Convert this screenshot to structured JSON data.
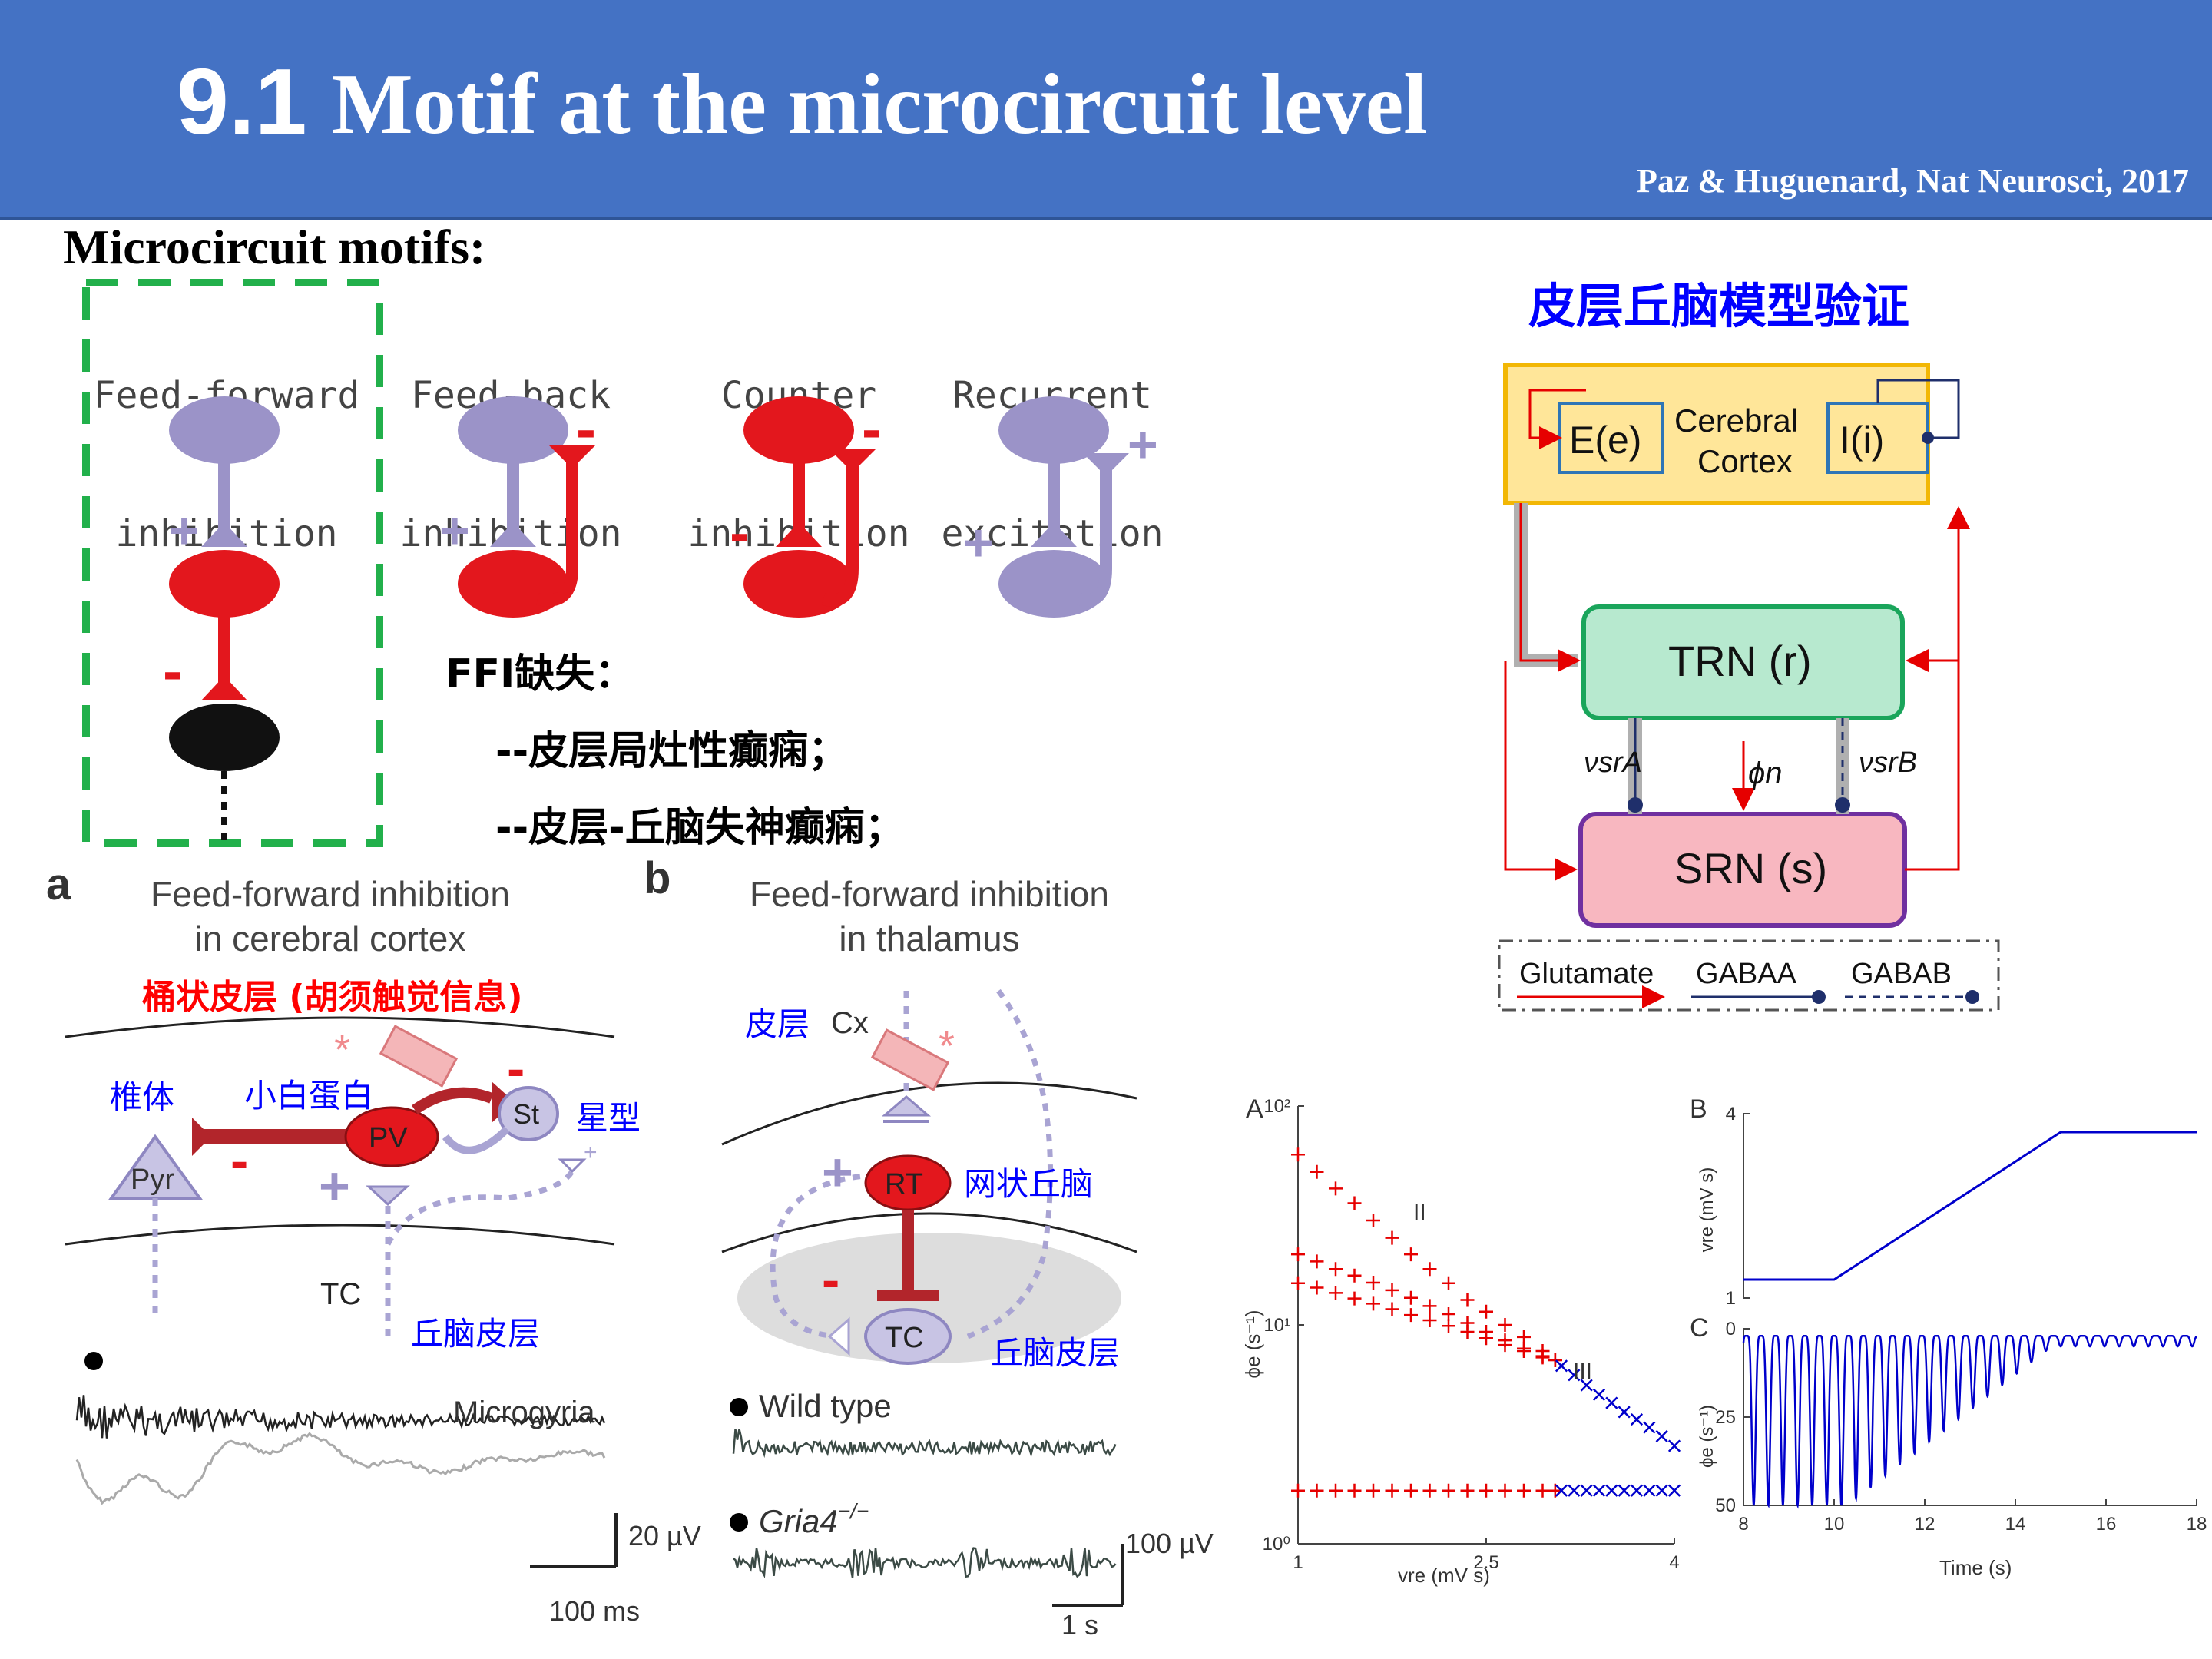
{
  "header": {
    "number": "9.1",
    "title": "Motif at the microcircuit level",
    "citation": "Paz & Huguenard, Nat Neurosci, 2017"
  },
  "motifs": {
    "heading": "Microcircuit motifs:",
    "labels": [
      {
        "line1": "Feed-forward",
        "line2": "inhibition"
      },
      {
        "line1": "Feed-back",
        "line2": "inhibition"
      },
      {
        "line1": "Counter",
        "line2": "inhibition"
      },
      {
        "line1": "Recurrent",
        "line2": "excitation"
      }
    ],
    "signs": {
      "plus": "+",
      "minus": "-"
    },
    "colors": {
      "purple": "#9b93c8",
      "red": "#e3171d",
      "black": "#111111",
      "highlight": "#22b04b"
    }
  },
  "ffi_notes": {
    "title": "FFI缺失：",
    "item1": "--皮层局灶性癫痫；",
    "item2": "--皮层-丘脑失神癫痫；"
  },
  "panel_a": {
    "letter": "a",
    "title_line1": "Feed-forward inhibition",
    "title_line2": "in cerebral cortex",
    "cn_title": "桶状皮层 (胡须触觉信息)",
    "cn_pyramidal": "椎体",
    "cn_pv": "小白蛋白",
    "cn_stellate": "星型",
    "cn_tc": "丘脑皮层",
    "node_pyr": "Pyr",
    "node_pv": "PV",
    "node_st": "St",
    "node_tc": "TC",
    "trace_label": "Microgyria",
    "scale_v": "20 µV",
    "scale_t": "100 ms"
  },
  "panel_b": {
    "letter": "b",
    "title_line1": "Feed-forward inhibition",
    "title_line2": "in thalamus",
    "cn_cortex": "皮层",
    "cx": "Cx",
    "node_rt": "RT",
    "cn_rt": "网状丘脑",
    "node_tc": "TC",
    "cn_tc": "丘脑皮层",
    "trace1": "Wild type",
    "trace2": "Gria4",
    "trace2_sup": "−/−",
    "scale_v": "100 µV",
    "scale_t": "1 s"
  },
  "model": {
    "heading": "皮层丘脑模型验证",
    "cortex_label1": "Cerebral",
    "cortex_label2": "Cortex",
    "e_node": "E(e)",
    "i_node": "I(i)",
    "trn": "TRN (r)",
    "srn": "SRN (s)",
    "v_a": "νsrA",
    "phi_n": "ϕn",
    "v_b": "νsrB",
    "legend": {
      "glutamate": "Glutamate",
      "gaba_a": "GABAA",
      "gaba_b": "GABAB"
    },
    "colors": {
      "cortex_fill": "#ffe699",
      "cortex_border": "#f2b705",
      "trn_fill": "#b7e9cf",
      "trn_border": "#1aa55b",
      "srn_fill": "#f8b7c0",
      "srn_border": "#7030a0",
      "arrow": "#e60000",
      "gaba": "#1f2f6b"
    }
  },
  "plot_A": {
    "letter": "A",
    "xlabel": "vre (mV s)",
    "ylabel": "ϕe (s⁻¹)",
    "x_ticks": [
      "1",
      "2.5",
      "4"
    ],
    "y_ticks": [
      "10²",
      "10¹",
      "10⁰"
    ],
    "region_II": "II",
    "region_III": "III"
  },
  "plot_B": {
    "letter": "B",
    "ylabel": "vre (mV s)",
    "y_ticks": [
      "4",
      "1"
    ]
  },
  "plot_C": {
    "letter": "C",
    "xlabel": "Time (s)",
    "ylabel": "ϕe (s⁻¹)",
    "x_ticks": [
      "8",
      "10",
      "12",
      "14",
      "16",
      "18"
    ],
    "y_ticks": [
      "0",
      "25",
      "50"
    ]
  },
  "chart_data": [
    {
      "type": "scatter",
      "title": "",
      "xlabel": "vre (mV s)",
      "ylabel": "ϕe (s⁻¹)",
      "xlim": [
        1,
        4
      ],
      "ylim": [
        1,
        100
      ],
      "y_scale": "log",
      "series": [
        {
          "name": "",
          "marker": "+",
          "color": "#e60000",
          "x": [
            1.0,
            1.15,
            1.3,
            1.45,
            1.6,
            1.75,
            1.9,
            2.05,
            2.2,
            2.35,
            2.5,
            2.65,
            2.8,
            2.95,
            3.05
          ],
          "y": [
            60,
            50,
            42,
            36,
            30,
            25,
            21,
            18,
            15.5,
            13,
            11.5,
            10,
            8.8,
            7.6,
            6.9
          ]
        },
        {
          "name": "",
          "marker": "+",
          "color": "#e60000",
          "x": [
            1.0,
            1.15,
            1.3,
            1.45,
            1.6,
            1.75,
            1.9,
            2.05,
            2.2,
            2.35,
            2.5,
            2.65,
            2.8,
            2.95,
            3.05
          ],
          "y": [
            21,
            19.5,
            18,
            16.8,
            15.6,
            14.4,
            13.3,
            12.2,
            11.2,
            10.2,
            9.3,
            8.5,
            7.8,
            7.2,
            6.9
          ]
        },
        {
          "name": "",
          "marker": "+",
          "color": "#e60000",
          "x": [
            1.0,
            1.15,
            1.3,
            1.45,
            1.6,
            1.75,
            1.9,
            2.05,
            2.2,
            2.35,
            2.5,
            2.65,
            2.8,
            2.95,
            3.05
          ],
          "y": [
            15.5,
            14.8,
            14,
            13.2,
            12.5,
            11.8,
            11.1,
            10.5,
            9.9,
            9.3,
            8.7,
            8.1,
            7.6,
            7.1,
            6.9
          ]
        },
        {
          "name": "",
          "marker": "+",
          "color": "#e60000",
          "x": [
            1.0,
            1.15,
            1.3,
            1.45,
            1.6,
            1.75,
            1.9,
            2.05,
            2.2,
            2.35,
            2.5,
            2.65,
            2.8,
            2.95,
            3.05
          ],
          "y": [
            1.75,
            1.75,
            1.75,
            1.75,
            1.75,
            1.75,
            1.75,
            1.75,
            1.75,
            1.75,
            1.75,
            1.75,
            1.75,
            1.75,
            1.75
          ]
        },
        {
          "name": "",
          "marker": "x",
          "color": "#0000cc",
          "x": [
            3.1,
            3.2,
            3.3,
            3.4,
            3.5,
            3.6,
            3.7,
            3.8,
            3.9,
            4.0
          ],
          "y": [
            6.5,
            5.9,
            5.3,
            4.8,
            4.4,
            4.0,
            3.7,
            3.4,
            3.1,
            2.8
          ]
        },
        {
          "name": "",
          "marker": "x",
          "color": "#0000cc",
          "x": [
            3.1,
            3.2,
            3.3,
            3.4,
            3.5,
            3.6,
            3.7,
            3.8,
            3.9,
            4.0
          ],
          "y": [
            1.75,
            1.75,
            1.75,
            1.75,
            1.75,
            1.75,
            1.75,
            1.75,
            1.75,
            1.75
          ]
        }
      ]
    },
    {
      "type": "line",
      "title": "",
      "ylabel": "vre (mV s)",
      "xlim": [
        8,
        18
      ],
      "ylim": [
        1,
        4
      ],
      "series": [
        {
          "name": "",
          "color": "#0000cc",
          "x": [
            8,
            10,
            15,
            18
          ],
          "y": [
            1.3,
            1.3,
            3.7,
            3.7
          ]
        }
      ]
    },
    {
      "type": "line",
      "title": "",
      "xlabel": "Time (s)",
      "ylabel": "ϕe (s⁻¹)",
      "xlim": [
        8,
        18
      ],
      "ylim": [
        50,
        0
      ],
      "description_free": true,
      "series": [
        {
          "name": "",
          "color": "#0000cc",
          "oscillation_start": 8,
          "oscillation_end": 18,
          "freq_hz": 3.1,
          "amp_start": 48,
          "amp_end": 3,
          "decay_start": 10.3,
          "decay_end": 14.8
        }
      ]
    }
  ]
}
